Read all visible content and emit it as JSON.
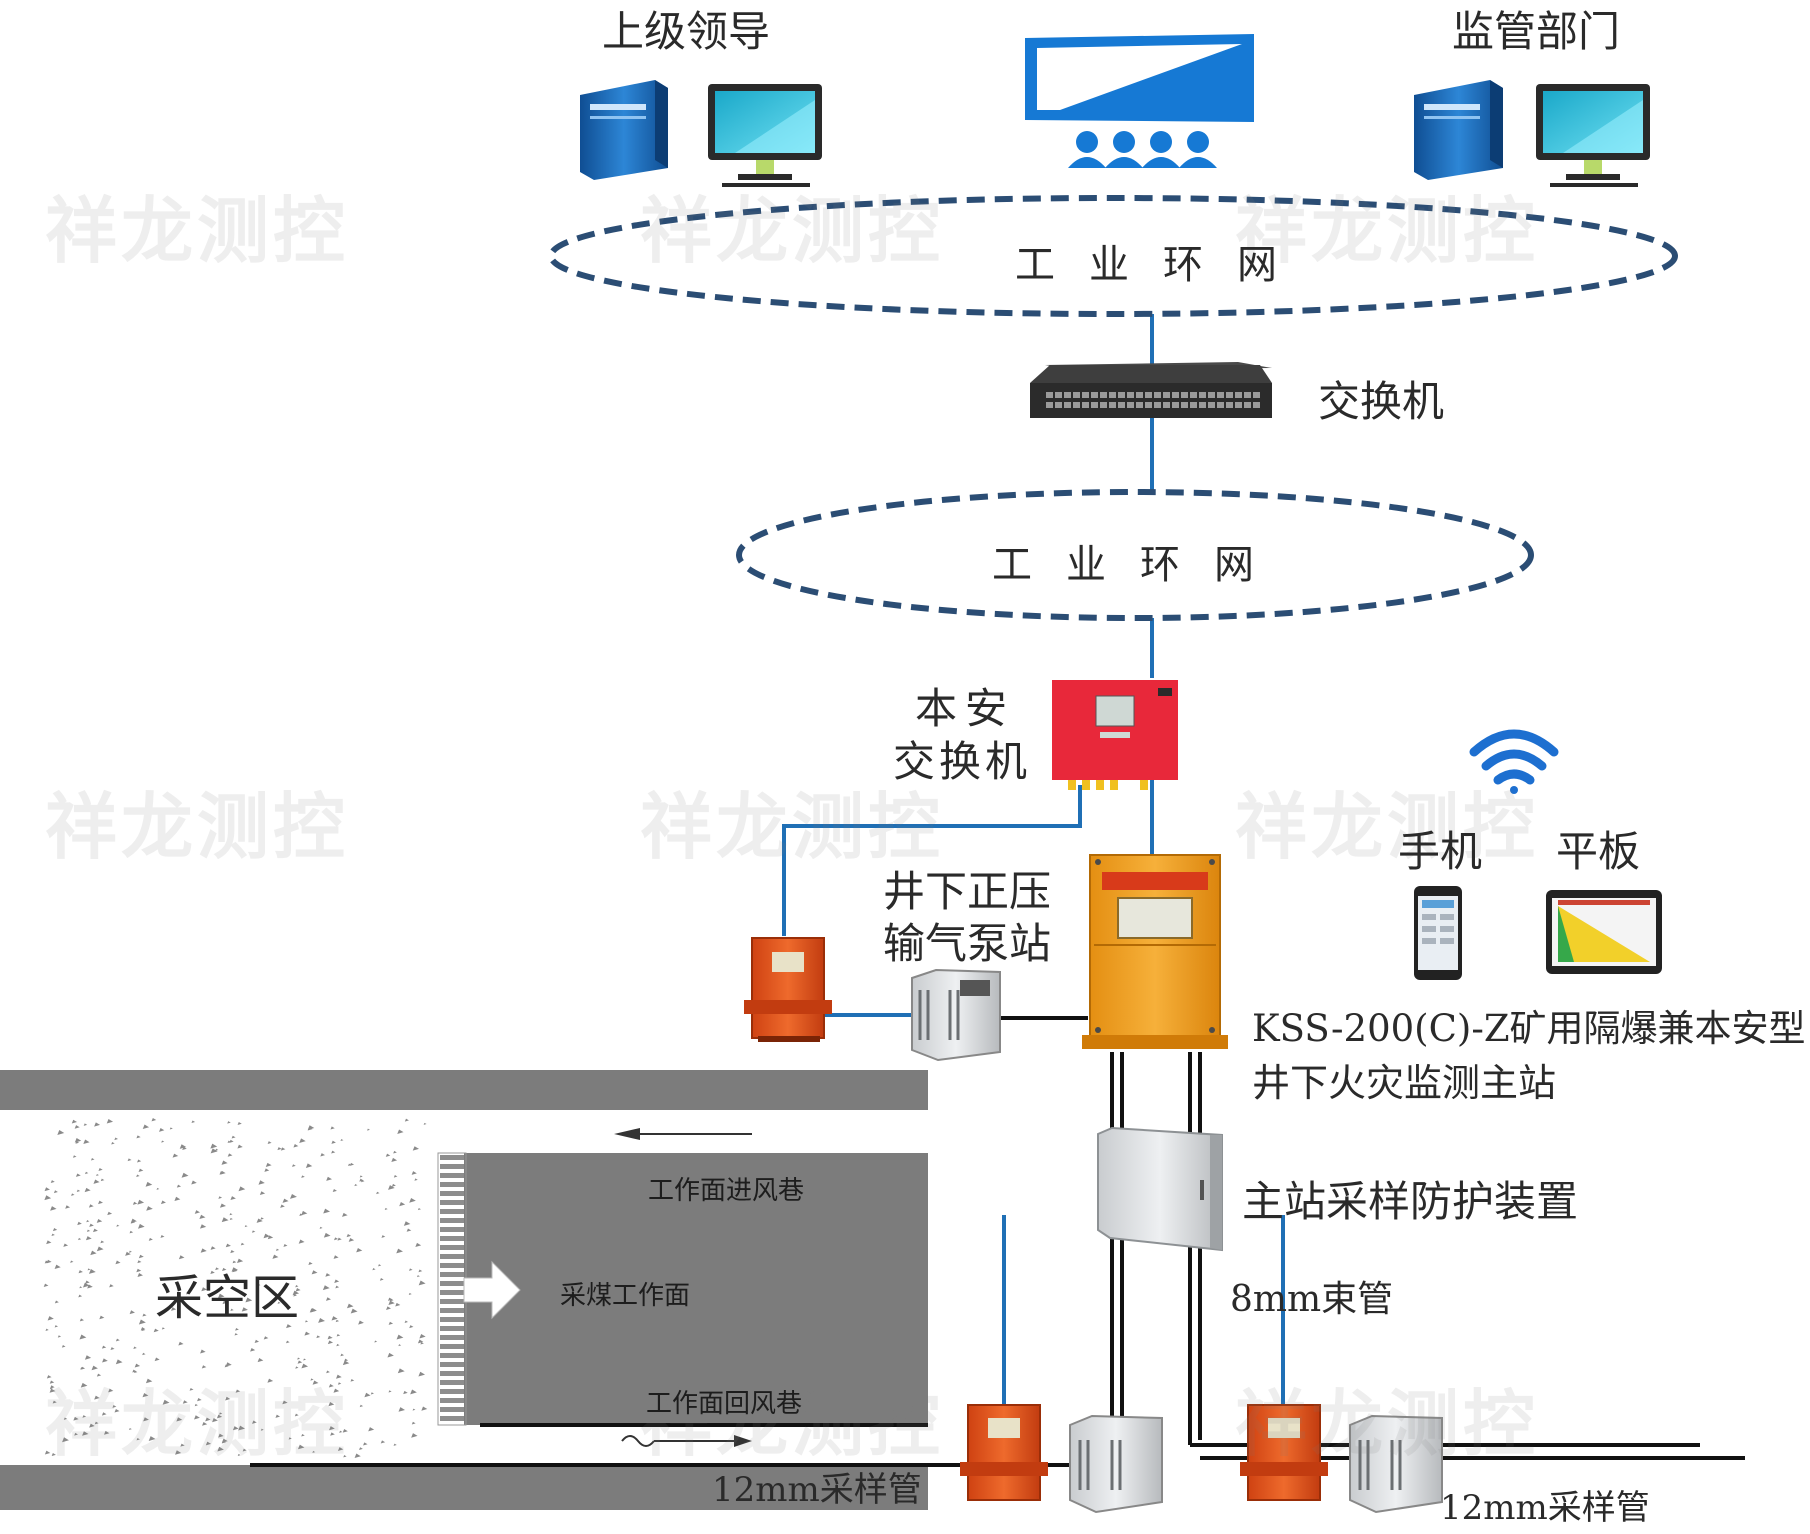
{
  "labels": {
    "superior": "上级领导",
    "regulator": "监管部门",
    "ring_top": "工业环网",
    "switch": "交换机",
    "ring_mid": "工业环网",
    "ib_switch_1": "本安",
    "ib_switch_2": "交换机",
    "pump_1": "井下正压",
    "pump_2": "输气泵站",
    "phone": "手机",
    "tablet": "平板",
    "main_station_1": "KSS-200(C)-Z矿用隔爆兼本安型",
    "main_station_2": "井下火灾监测主站",
    "protection": "主站采样防护装置",
    "tube_8mm": "8mm束管",
    "goaf": "采空区",
    "intake": "工作面进风巷",
    "face": "采煤工作面",
    "return": "工作面回风巷",
    "tube_12mm_a": "12mm采样管",
    "tube_12mm_b": "12mm采样管"
  },
  "watermark": "祥龙测控",
  "colors": {
    "network_line": "#1f6fb5",
    "ring_dash": "#2b4d74",
    "tunnel_gray": "#7c7c7c",
    "cabinet_orange": "#f0a020",
    "device_orange": "#e4561e",
    "ib_switch_red": "#e8283a",
    "monitor_cyan": "#27b7d6",
    "server_blue": "#1a6fc2"
  }
}
